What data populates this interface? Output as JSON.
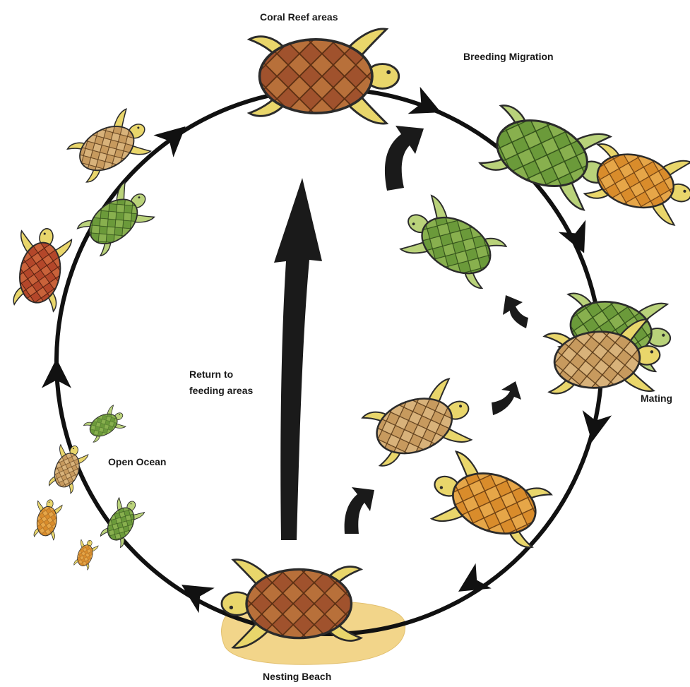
{
  "labels": {
    "coral_reef": "Coral Reef areas",
    "breeding_migration": "Breeding Migration",
    "mating": "Mating",
    "nesting_beach": "Nesting Beach",
    "open_ocean": "Open Ocean",
    "return_line1": "Return to",
    "return_line2": "feeding areas"
  },
  "colors": {
    "cycle_line": "#111111",
    "arrow": "#1a1a1a",
    "shell_brown": "#a0522d",
    "shell_green": "#6b9a3a",
    "shell_orange": "#d98c2b",
    "skin_yellow": "#e9d66b",
    "skin_green": "#b9d27a",
    "sand": "#f2d58a",
    "outline": "#2b2b2b"
  }
}
